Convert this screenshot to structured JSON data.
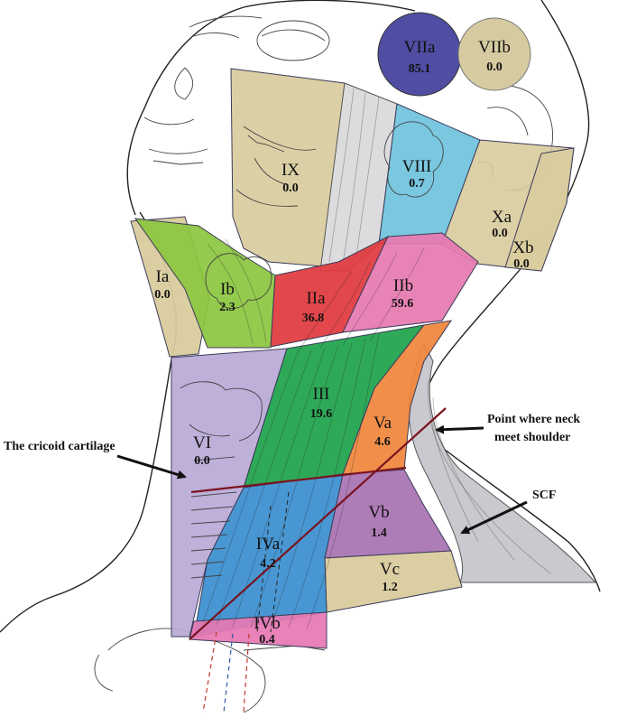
{
  "levels": {
    "VIIa": {
      "name": "VIIa",
      "value": "85.1",
      "color": "#4f4ea3"
    },
    "VIIb": {
      "name": "VIIb",
      "value": "0.0",
      "color": "#d6cba0"
    },
    "IX": {
      "name": "IX",
      "value": "0.0",
      "color": "#d8cb9d"
    },
    "VIII": {
      "name": "VIII",
      "value": "0.7",
      "color": "#6fc2dd"
    },
    "Xa": {
      "name": "Xa",
      "value": "0.0",
      "color": "#d8cb9d"
    },
    "Xb": {
      "name": "Xb",
      "value": "0.0",
      "color": "#d8cb9d"
    },
    "Ia": {
      "name": "Ia",
      "value": "0.0",
      "color": "#d8cb9d"
    },
    "Ib": {
      "name": "Ib",
      "value": "2.3",
      "color": "#8cc63f"
    },
    "IIa": {
      "name": "IIa",
      "value": "36.8",
      "color": "#e0393e"
    },
    "IIb": {
      "name": "IIb",
      "value": "59.6",
      "color": "#e67ab0"
    },
    "III": {
      "name": "III",
      "value": "19.6",
      "color": "#1ea34b"
    },
    "VI": {
      "name": "VI",
      "value": "0.0",
      "color": "#b9a9d6"
    },
    "Va": {
      "name": "Va",
      "value": "4.6",
      "color": "#f0873c"
    },
    "Vb": {
      "name": "Vb",
      "value": "1.4",
      "color": "#a873b3"
    },
    "Vc": {
      "name": "Vc",
      "value": "1.2",
      "color": "#d8cb9d"
    },
    "IVa": {
      "name": "IVa",
      "value": "4.2",
      "color": "#3a8fd0"
    },
    "IVb": {
      "name": "IVb",
      "value": "0.4",
      "color": "#e678b4"
    }
  },
  "annotations": {
    "cricoid": "The cricoid cartilage",
    "neck_shoulder_line1": "Point where neck",
    "neck_shoulder_line2": "meet shoulder",
    "scf": "SCF"
  },
  "colors": {
    "reference_line": "#7a1420",
    "outline": "#222222",
    "scm_muscle": "#c9c9cf"
  }
}
